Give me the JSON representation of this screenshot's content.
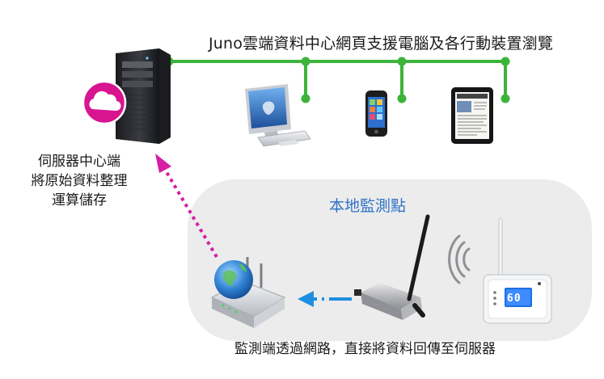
{
  "top_caption": "Juno雲端資料中心網頁支援電腦及各行動裝置瀏覽",
  "server_caption": {
    "lines": [
      "伺服器中心端",
      "將原始資料整理",
      "運算儲存"
    ]
  },
  "local_site_title": "本地監測點",
  "bottom_caption": "監測端透過網路，直接將資料回傳至伺服器",
  "sensor_display_value": "60",
  "icons": {
    "server": "tower-server-icon",
    "cloud": "cloud-icon",
    "desktop": "imac-desktop-icon",
    "phone": "smartphone-icon",
    "tablet": "tablet-icon",
    "router": "wireless-router-icon",
    "gateway": "antenna-gateway-icon",
    "sensor": "wireless-sensor-icon",
    "signal": "wireless-signal-icon"
  },
  "colors": {
    "network_line": "#3cb43a",
    "upload_arrow": "#d61fa3",
    "local_arrow": "#1e8fe0",
    "local_panel": "#ececec",
    "local_title": "#2f73c9",
    "cloud_badge": "#d8148f"
  }
}
